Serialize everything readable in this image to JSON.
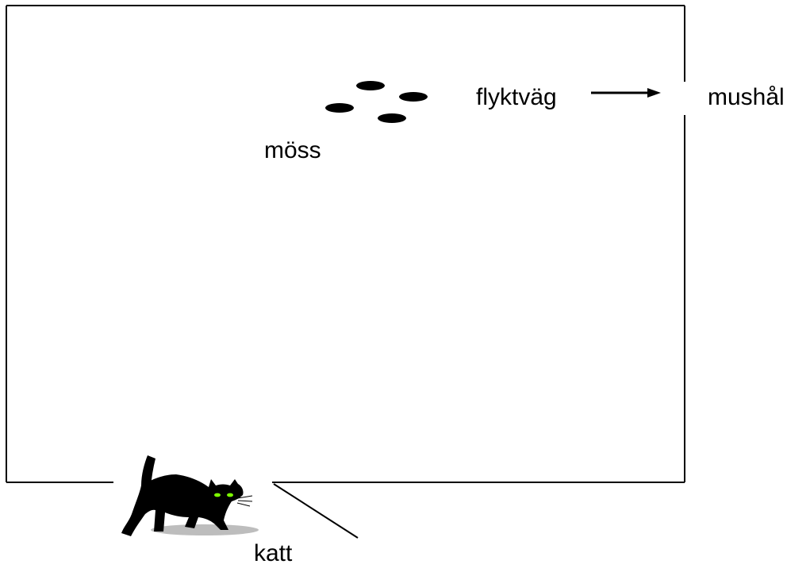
{
  "labels": {
    "mice": "möss",
    "escape_route": "flyktväg",
    "mouse_hole": "mushål",
    "cat": "katt"
  },
  "colors": {
    "ink": "#000000",
    "background": "#ffffff",
    "cat_eyes": "#7CFC00",
    "cat_shadow": "#bdbdbd"
  },
  "icons": {
    "mouse": "black-ellipse",
    "cat": "black-cat-clipart",
    "arrow": "right-arrow"
  }
}
